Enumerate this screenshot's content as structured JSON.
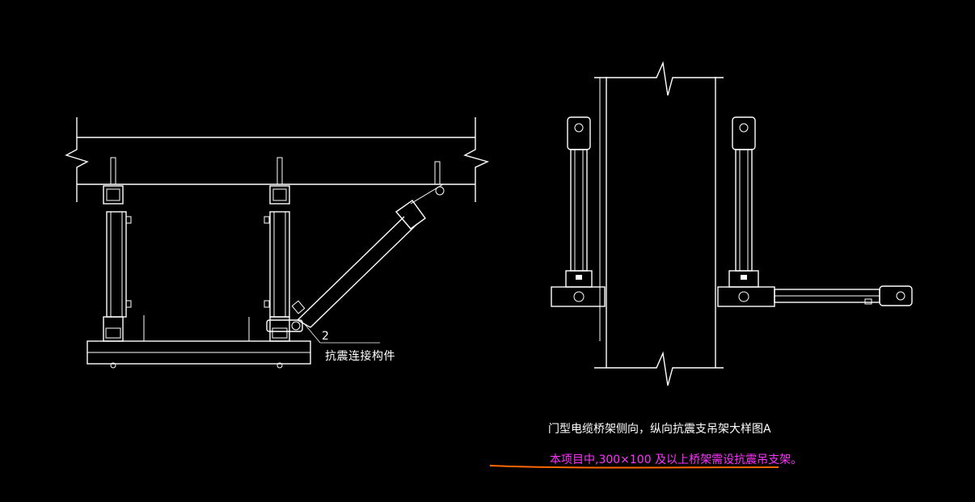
{
  "drawing": {
    "callout": {
      "number": "2",
      "text": "抗震连接构件"
    },
    "title": "门型电缆桥架侧向，纵向抗震支吊架大样图A",
    "note": "本项目中,300×100 及以上桥架需设抗震吊支架。"
  },
  "colors": {
    "background": "#000000",
    "line": "#ffffff",
    "note_text": "#ff33ff",
    "underline": "#ff6600"
  }
}
